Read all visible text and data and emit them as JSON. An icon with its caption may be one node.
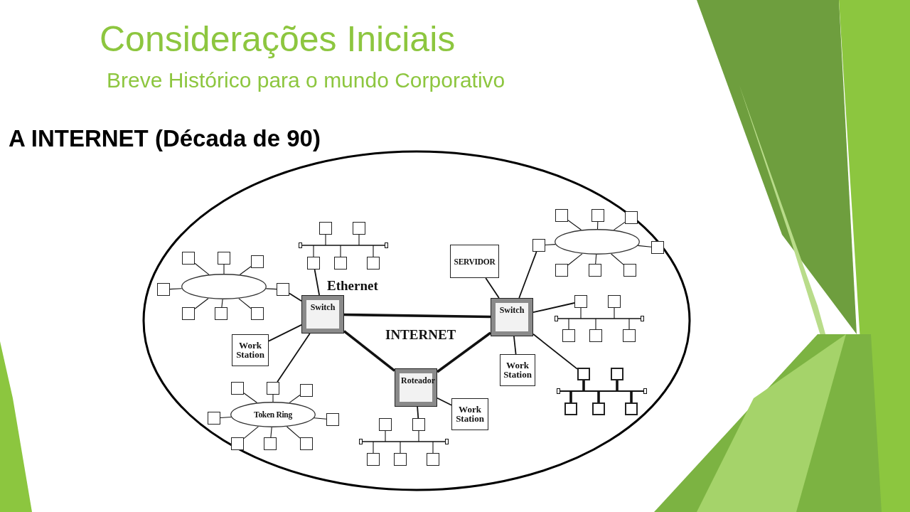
{
  "diagram": {
    "title": "Considerações Iniciais",
    "nodes": [
      {
        "text": [
          "INTERNET"
        ]
      },
      {
        "text": [],
        "shape": "bar",
        "in": 0
      },
      {
        "text": [],
        "shape": "box",
        "in": 0
      },
      {
        "text": [],
        "shape": "box",
        "in": 0
      },
      {
        "text": [],
        "shape": "box",
        "in": 0
      },
      {
        "text": [],
        "shape": "box",
        "in": 0
      },
      {
        "text": [],
        "shape": "box",
        "in": 0
      },
      {
        "text": [],
        "shape": "ellipse",
        "in": 0
      },
      {
        "text": [],
        "shape": "box",
        "in": 0
      },
      {
        "text": [],
        "shape": "box",
        "in": 0
      },
      {
        "text": [],
        "shape": "box",
        "in": 0
      },
      {
        "text": [],
        "shape": "box",
        "in": 0
      },
      {
        "text": [],
        "shape": "box",
        "in": 0
      },
      {
        "text": [],
        "shape": "box",
        "in": 0
      },
      {
        "text": [],
        "shape": "box",
        "in": 0
      },
      {
        "text": [],
        "shape": "box",
        "in": 0
      },
      {
        "text": [
          "Switch"
        ],
        "in": 0
      },
      {
        "text": [
          "Work Station"
        ],
        "in": 0
      },
      {
        "text": [
          "Token Ring"
        ],
        "in": 0
      },
      {
        "text": [],
        "shape": "box",
        "in": 0
      },
      {
        "text": [],
        "shape": "box",
        "in": 0
      },
      {
        "text": [],
        "shape": "box",
        "in": 0
      },
      {
        "text": [],
        "shape": "box",
        "in": 0
      },
      {
        "text": [],
        "shape": "box",
        "in": 0
      },
      {
        "text": [],
        "shape": "box",
        "in": 0
      },
      {
        "text": [],
        "shape": "box",
        "in": 0
      },
      {
        "text": [],
        "shape": "box",
        "in": 0
      },
      {
        "text": [
          "SERVIDOR"
        ],
        "in": 0
      },
      {
        "text": [
          "Switch"
        ],
        "in": 0
      },
      {
        "text": [
          "Work Station"
        ],
        "in": 0
      },
      {
        "text": [
          "Roteador"
        ],
        "in": 0
      },
      {
        "text": [
          "Work Station"
        ],
        "in": 0
      },
      {
        "text": [],
        "shape": "bar",
        "in": 0
      },
      {
        "text": [],
        "shape": "box",
        "in": 0
      },
      {
        "text": [],
        "shape": "box",
        "in": 0
      },
      {
        "text": [],
        "shape": "box",
        "in": 0
      },
      {
        "text": [],
        "shape": "box",
        "in": 0
      },
      {
        "text": [],
        "shape": "box",
        "in": 0
      },
      {
        "text": [],
        "shape": "ellipse",
        "in": 0
      },
      {
        "text": [],
        "shape": "box",
        "in": 0
      },
      {
        "text": [],
        "shape": "box",
        "in": 0
      },
      {
        "text": [],
        "shape": "box",
        "in": 0
      },
      {
        "text": [],
        "shape": "box",
        "in": 0
      },
      {
        "text": [],
        "shape": "box",
        "in": 0
      },
      {
        "text": [],
        "shape": "box",
        "in": 0
      },
      {
        "text": [],
        "shape": "box",
        "in": 0
      },
      {
        "text": [],
        "shape": "box",
        "in": 0
      },
      {
        "text": [],
        "shape": "bar",
        "in": 0
      },
      {
        "text": [],
        "shape": "box",
        "in": 0
      },
      {
        "text": [],
        "shape": "box",
        "in": 0
      },
      {
        "text": [],
        "shape": "box",
        "in": 0
      },
      {
        "text": [],
        "shape": "box",
        "in": 0
      },
      {
        "text": [],
        "shape": "box",
        "in": 0
      },
      {
        "text": [],
        "shape": "bar",
        "in": 0
      },
      {
        "text": [],
        "shape": "box",
        "in": 0
      },
      {
        "text": [],
        "shape": "box",
        "in": 0
      },
      {
        "text": [],
        "shape": "box",
        "in": 0
      },
      {
        "text": [],
        "shape": "box",
        "in": 0
      },
      {
        "text": [],
        "shape": "box",
        "in": 0
      }
    ],
    "edges": [
      {
        "from": 16,
        "to": 28,
        "arrow": "none",
        "style": "thick"
      },
      {
        "from": 16,
        "to": 30,
        "arrow": "none",
        "style": "thick"
      },
      {
        "from": 28,
        "to": 30,
        "arrow": "none",
        "style": "thick"
      },
      {
        "from": 16,
        "to": 4,
        "arrow": "none"
      },
      {
        "from": 16,
        "to": 12,
        "arrow": "none"
      },
      {
        "from": 16,
        "to": 17,
        "arrow": "none"
      },
      {
        "from": 16,
        "to": 20,
        "arrow": "none"
      },
      {
        "from": 30,
        "to": 31,
        "arrow": "none"
      },
      {
        "from": 30,
        "to": 34,
        "arrow": "none"
      },
      {
        "from": 28,
        "to": 27,
        "arrow": "none"
      },
      {
        "from": 28,
        "to": 42,
        "arrow": "none"
      },
      {
        "from": 28,
        "to": 48,
        "arrow": "none"
      },
      {
        "from": 28,
        "to": 29,
        "arrow": "none"
      },
      {
        "from": 28,
        "to": 54,
        "arrow": "none"
      },
      {
        "from": 2,
        "to": 1,
        "arrow": "none"
      },
      {
        "from": 3,
        "to": 1,
        "arrow": "none"
      },
      {
        "from": 4,
        "to": 1,
        "arrow": "none"
      },
      {
        "from": 5,
        "to": 1,
        "arrow": "none"
      },
      {
        "from": 6,
        "to": 1,
        "arrow": "none"
      },
      {
        "from": 8,
        "to": 7,
        "arrow": "none"
      },
      {
        "from": 9,
        "to": 7,
        "arrow": "none"
      },
      {
        "from": 10,
        "to": 7,
        "arrow": "none"
      },
      {
        "from": 11,
        "to": 7,
        "arrow": "none"
      },
      {
        "from": 12,
        "to": 7,
        "arrow": "none"
      },
      {
        "from": 13,
        "to": 7,
        "arrow": "none"
      },
      {
        "from": 14,
        "to": 7,
        "arrow": "none"
      },
      {
        "from": 15,
        "to": 7,
        "arrow": "none"
      },
      {
        "from": 19,
        "to": 18,
        "arrow": "none"
      },
      {
        "from": 20,
        "to": 18,
        "arrow": "none"
      },
      {
        "from": 21,
        "to": 18,
        "arrow": "none"
      },
      {
        "from": 22,
        "to": 18,
        "arrow": "none"
      },
      {
        "from": 23,
        "to": 18,
        "arrow": "none"
      },
      {
        "from": 24,
        "to": 18,
        "arrow": "none"
      },
      {
        "from": 25,
        "to": 18,
        "arrow": "none"
      },
      {
        "from": 26,
        "to": 18,
        "arrow": "none"
      },
      {
        "from": 33,
        "to": 32,
        "arrow": "none"
      },
      {
        "from": 34,
        "to": 32,
        "arrow": "none"
      },
      {
        "from": 35,
        "to": 32,
        "arrow": "none"
      },
      {
        "from": 36,
        "to": 32,
        "arrow": "none"
      },
      {
        "from": 37,
        "to": 32,
        "arrow": "none"
      },
      {
        "from": 39,
        "to": 38,
        "arrow": "none"
      },
      {
        "from": 40,
        "to": 38,
        "arrow": "none"
      },
      {
        "from": 41,
        "to": 38,
        "arrow": "none"
      },
      {
        "from": 42,
        "to": 38,
        "arrow": "none"
      },
      {
        "from": 43,
        "to": 38,
        "arrow": "none"
      },
      {
        "from": 44,
        "to": 38,
        "arrow": "none"
      },
      {
        "from": 45,
        "to": 38,
        "arrow": "none"
      },
      {
        "from": 46,
        "to": 38,
        "arrow": "none"
      },
      {
        "from": 48,
        "to": 47,
        "arrow": "none"
      },
      {
        "from": 49,
        "to": 47,
        "arrow": "none"
      },
      {
        "from": 50,
        "to": 47,
        "arrow": "none"
      },
      {
        "from": 51,
        "to": 47,
        "arrow": "none"
      },
      {
        "from": 52,
        "to": 47,
        "arrow": "none"
      },
      {
        "from": 54,
        "to": 53,
        "arrow": "none",
        "style": "thick"
      },
      {
        "from": 55,
        "to": 53,
        "arrow": "none",
        "style": "thick"
      },
      {
        "from": 56,
        "to": 53,
        "arrow": "none",
        "style": "thick"
      },
      {
        "from": 57,
        "to": 53,
        "arrow": "none",
        "style": "thick"
      },
      {
        "from": 58,
        "to": 53,
        "arrow": "none",
        "style": "thick"
      }
    ],
    "labels": [
      "Breve Histórico para o mundo Corporativo",
      "A INTERNET (Década de 90)",
      "Ethernet"
    ]
  }
}
